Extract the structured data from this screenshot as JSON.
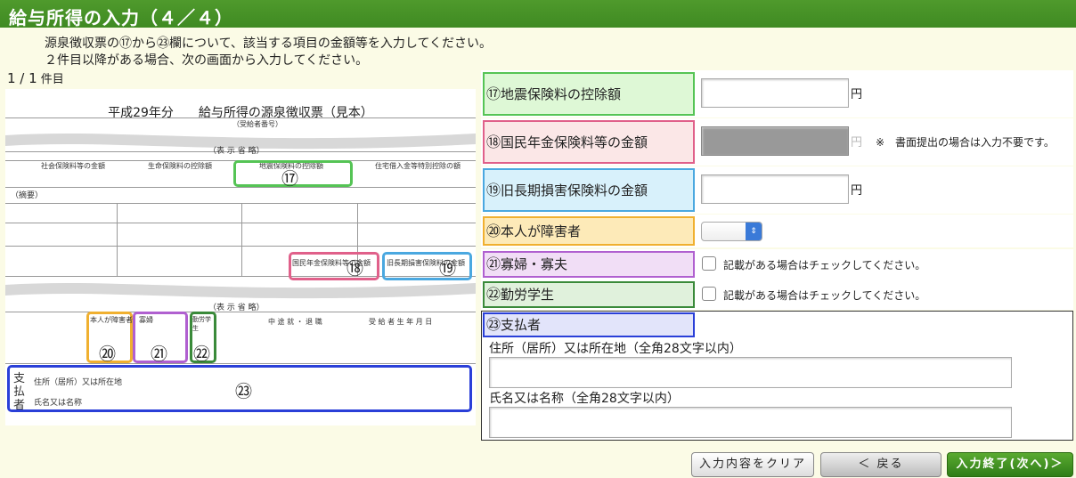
{
  "header": {
    "title": "給与所得の入力（４／４）"
  },
  "instructions": [
    "源泉徴収票の⑰から㉓欄について、該当する項目の金額等を入力してください。",
    "２件目以降がある場合、次の画面から入力してください。"
  ],
  "record_count": {
    "fraction": "1 / 1",
    "unit": "件目"
  },
  "sample": {
    "title": "平成29年分　　給与所得の源泉徴収票（見本）",
    "omitted": "（表 示 省 略）",
    "labels": {
      "jushin": "（受給者番号）",
      "shakai": "社会保険料等の金額",
      "seimei": "生命保険料の控除額",
      "jishin": "地震保険料の控除額",
      "jutaku": "住宅借入金等特別控除の額",
      "tekiyo": "（摘要）",
      "kokumin": "国民年金保険料等の金額",
      "kyuchoki": "旧長期損害保険料の金額",
      "shogai": "本人が障害者",
      "kafu": "寡婦",
      "kinro": "勤労学生",
      "payer": "支払者",
      "payer_addr": "住所（居所）又は所在地",
      "payer_name": "氏名又は名称",
      "chuto": "中 途 就 ・ 退 職",
      "birth": "受 給 者 生 年 月 日"
    },
    "numbers": {
      "n17": "⑰",
      "n18": "⑱",
      "n19": "⑲",
      "n20": "⑳",
      "n21": "㉑",
      "n22": "㉒",
      "n23": "㉓"
    }
  },
  "fields": {
    "f17": {
      "circle": "⑰",
      "label": "地震保険料の控除額",
      "unit": "円",
      "value": ""
    },
    "f18": {
      "circle": "⑱",
      "label": "国民年金保険料等の金額",
      "unit": "円",
      "note": "※　書面提出の場合は入力不要です。"
    },
    "f19": {
      "circle": "⑲",
      "label": "旧長期損害保険料の金額",
      "unit": "円",
      "value": ""
    },
    "f20": {
      "circle": "⑳",
      "label": "本人が障害者",
      "selected": ""
    },
    "f21": {
      "circle": "㉑",
      "label": "寡婦・寡夫",
      "check_note": "記載がある場合はチェックしてください。"
    },
    "f22": {
      "circle": "㉒",
      "label": "勤労学生",
      "check_note": "記載がある場合はチェックしてください。"
    },
    "f23": {
      "circle": "㉓",
      "label": "支払者",
      "addr_label": "住所（居所）又は所在地（全角28文字以内）",
      "name_label": "氏名又は名称（全角28文字以内）"
    }
  },
  "buttons": {
    "clear": "入力内容をクリア",
    "back": "＜ 戻る",
    "next": "入力終了(次へ)＞"
  },
  "colors": {
    "green": "#55c455",
    "pink": "#e0608a",
    "blue": "#4aa8e0",
    "orange": "#f0b030",
    "purple": "#b060d0",
    "darkgreen": "#3a8a3a",
    "navy": "#2a3fd8"
  }
}
